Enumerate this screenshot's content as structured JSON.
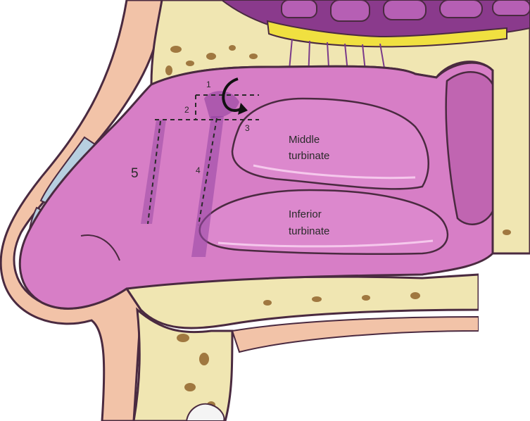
{
  "labels": {
    "middle_turbinate_line1": "Middle",
    "middle_turbinate_line2": "turbinate",
    "inferior_turbinate_line1": "Inferior",
    "inferior_turbinate_line2": "turbinate",
    "num_1": "1",
    "num_2": "2",
    "num_3": "3",
    "num_4": "4",
    "num_5": "5"
  },
  "colors": {
    "mucosa": "#d77ec6",
    "mucosa_dark": "#c065b1",
    "turbinate": "#dc88cd",
    "bone_bg": "#f0e6b2",
    "bone_spot": "#a07840",
    "skin": "#f2c3a8",
    "outline": "#4a2a40",
    "brain": "#8a3a8c",
    "olfactory": "#f0e040",
    "cartilage": "#b7cfe0",
    "incision": "#9a4aa6"
  }
}
